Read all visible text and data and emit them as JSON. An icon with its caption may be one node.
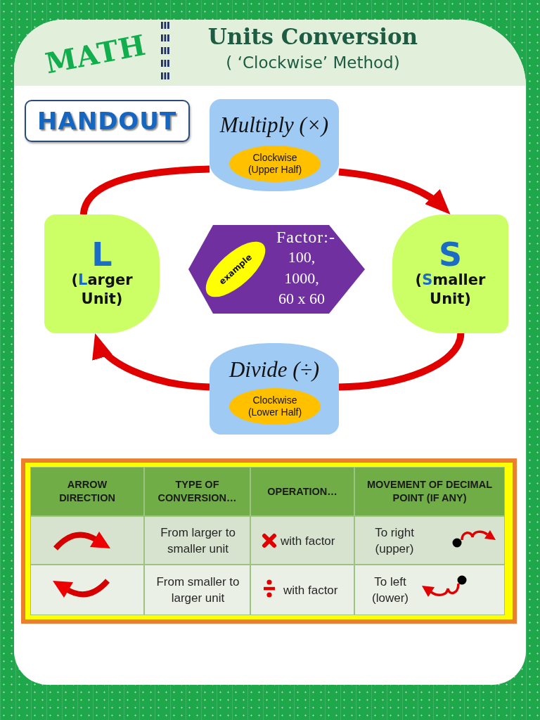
{
  "diagram": {
    "title": "Units Conversion",
    "nodes": [
      {
        "text": [
          "HANDOUT"
        ]
      },
      {
        "text": [
          "Multiply (×)"
        ]
      },
      {
        "text": [
          "Clockwise (Upper Half)"
        ],
        "in": 1
      },
      {
        "text": [
          "L",
          "(Larger Unit)"
        ]
      },
      {
        "text": [
          "Factor:-",
          "100, 1000, 60 x 60"
        ]
      },
      {
        "text": [
          "example"
        ],
        "in": 4
      },
      {
        "text": [
          "S",
          "(Smaller Unit)"
        ]
      },
      {
        "text": [
          "Divide (÷)"
        ]
      },
      {
        "text": [
          "Clockwise (Lower Half)"
        ],
        "in": 7
      }
    ],
    "edges": [
      {
        "from": 3,
        "to": 1,
        "arrow": "none"
      },
      {
        "from": 1,
        "to": 6,
        "arrow": "to"
      },
      {
        "from": 6,
        "to": 7,
        "arrow": "none"
      },
      {
        "from": 7,
        "to": 3,
        "arrow": "to"
      }
    ],
    "labels": [
      "MATH",
      "( ‘Clockwise’ Method)",
      "ARROW DIRECTION",
      "TYPE OF CONVERSION…",
      "OPERATION…",
      "MOVEMENT OF DECIMAL POINT (IF ANY)",
      "From larger to smaller unit",
      "with factor",
      "To right (upper)",
      "From smaller to larger unit",
      "with factor",
      "To left (lower)"
    ]
  }
}
